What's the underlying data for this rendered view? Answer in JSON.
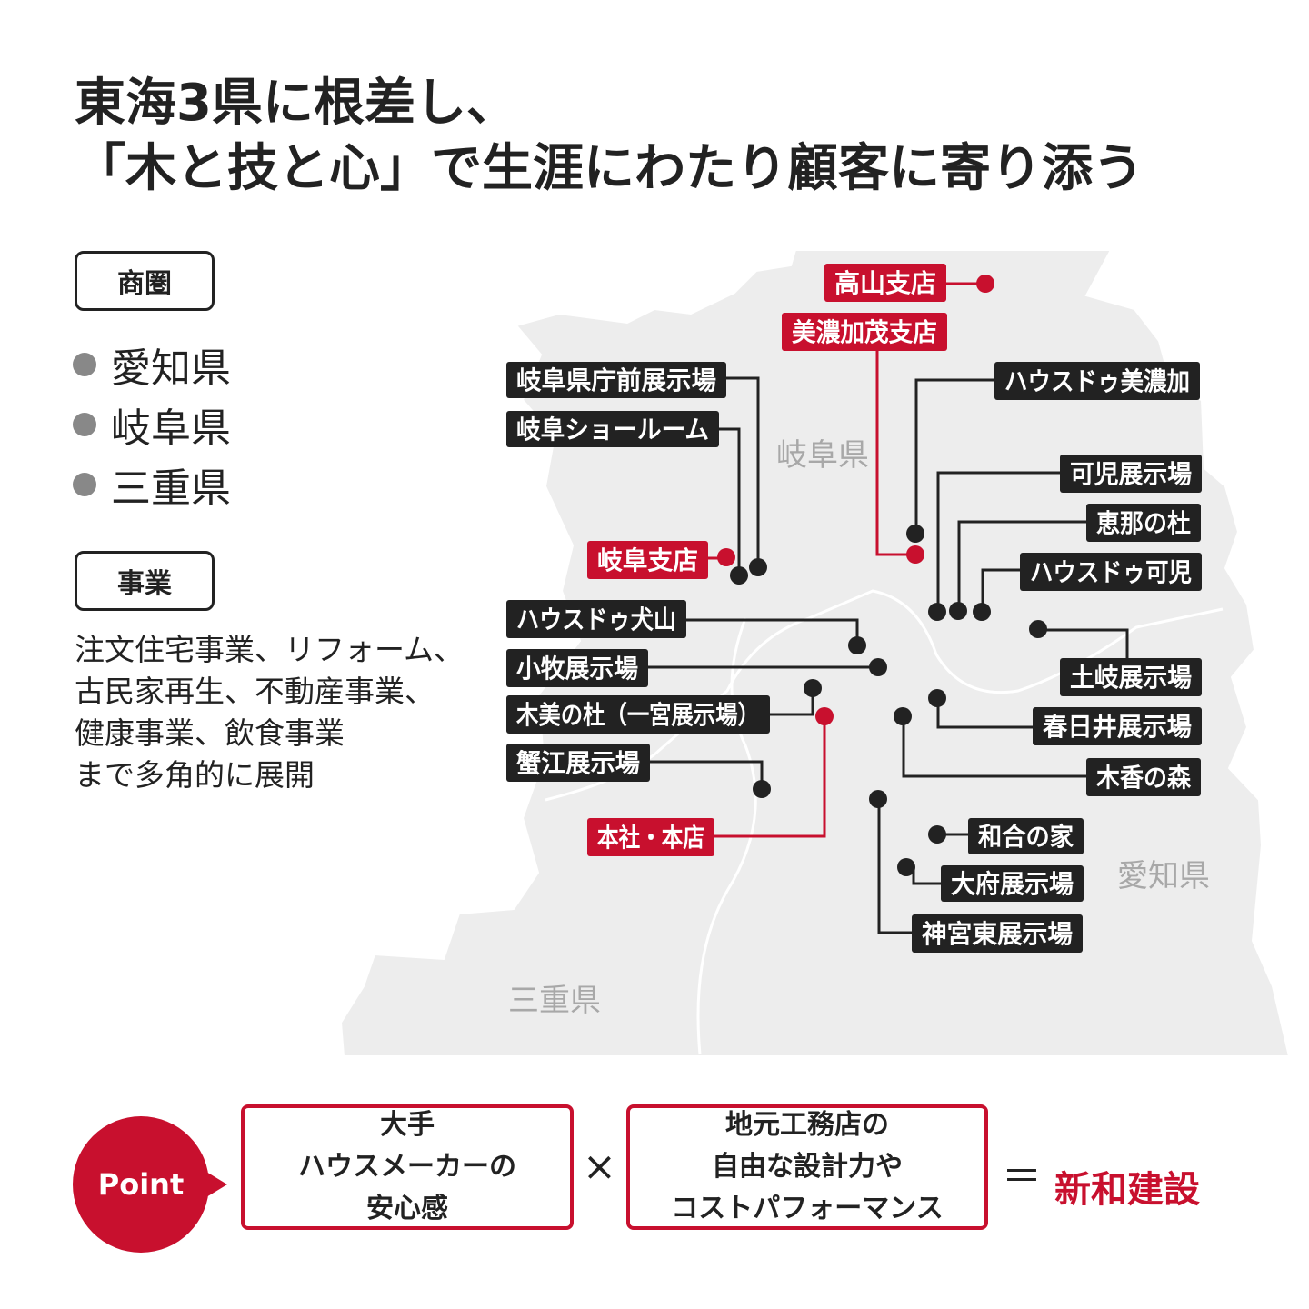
{
  "title": {
    "line1": "東海3県に根差し、",
    "line2": "「木と技と心」で生涯にわたり顧客に寄り添う"
  },
  "trade_area": {
    "label": "商圏",
    "items": [
      "愛知県",
      "岐阜県",
      "三重県"
    ]
  },
  "business": {
    "label": "事業",
    "lines": [
      "注文住宅事業、リフォーム、",
      "古民家再生、不動産事業、",
      "健康事業、飲食事業",
      "まで多角的に展開"
    ]
  },
  "map": {
    "prefectures": {
      "gifu": "岐阜県",
      "aichi": "愛知県",
      "mie": "三重県"
    },
    "map_fill": "#ededed",
    "dark_color": "#222222",
    "accent_color": "#c8102e",
    "locations": [
      {
        "name": "高山支店",
        "kind": "branch"
      },
      {
        "name": "美濃加茂支店",
        "kind": "branch"
      },
      {
        "name": "岐阜県庁前展示場",
        "kind": "showroom"
      },
      {
        "name": "岐阜ショールーム",
        "kind": "showroom"
      },
      {
        "name": "ハウスドゥ美濃加",
        "kind": "showroom"
      },
      {
        "name": "可児展示場",
        "kind": "showroom"
      },
      {
        "name": "恵那の杜",
        "kind": "showroom"
      },
      {
        "name": "ハウスドゥ可児",
        "kind": "showroom"
      },
      {
        "name": "岐阜支店",
        "kind": "branch"
      },
      {
        "name": "ハウスドゥ犬山",
        "kind": "showroom"
      },
      {
        "name": "小牧展示場",
        "kind": "showroom"
      },
      {
        "name": "土岐展示場",
        "kind": "showroom"
      },
      {
        "name": "木美の杜（一宮展示場）",
        "kind": "showroom"
      },
      {
        "name": "春日井展示場",
        "kind": "showroom"
      },
      {
        "name": "蟹江展示場",
        "kind": "showroom"
      },
      {
        "name": "木香の森",
        "kind": "showroom"
      },
      {
        "name": "本社・本店",
        "kind": "branch"
      },
      {
        "name": "和合の家",
        "kind": "showroom"
      },
      {
        "name": "大府展示場",
        "kind": "showroom"
      },
      {
        "name": "神宮東展示場",
        "kind": "showroom"
      }
    ]
  },
  "point": {
    "badge": "Point",
    "box1": [
      "大手",
      "ハウスメーカーの",
      "安心感"
    ],
    "times": "×",
    "box2": [
      "地元工務店の",
      "自由な設計力や",
      "コストパフォーマンス"
    ],
    "equals": "＝",
    "brand": "新和建設"
  }
}
